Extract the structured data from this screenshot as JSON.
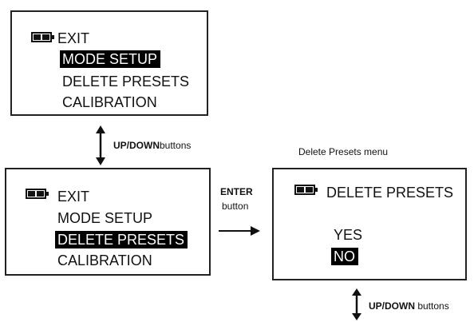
{
  "screen_1": {
    "items": [
      "EXIT",
      "MODE SETUP",
      "DELETE PRESETS",
      "CALIBRATION"
    ],
    "selected_index": 1
  },
  "screen_2": {
    "items": [
      "EXIT",
      "MODE SETUP",
      "DELETE PRESETS",
      "CALIBRATION"
    ],
    "selected_index": 2
  },
  "screen_3": {
    "heading": "DELETE PRESETS",
    "options": [
      "YES",
      "NO"
    ],
    "selected_index": 1,
    "caption": "Delete Presets menu"
  },
  "nav_1": {
    "bold": "UP/DOWN",
    "text": "buttons"
  },
  "nav_2": {
    "bold": "ENTER",
    "text": "button"
  },
  "nav_3": {
    "bold": "UP/DOWN",
    "text": " buttons"
  },
  "icons": {
    "battery": "battery-icon",
    "vertical_arrow": "double-headed-vertical-arrow",
    "horizontal_arrow": "right-arrow"
  }
}
